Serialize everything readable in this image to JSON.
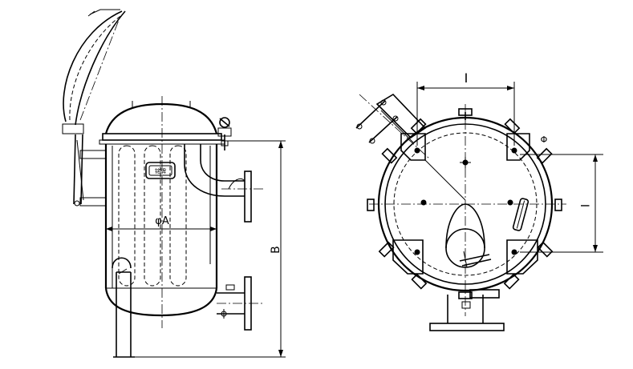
{
  "labels": {
    "diameter": "φA",
    "height": "B",
    "spacing_top": "I",
    "spacing_side": "I",
    "nameplate": "铭牌",
    "hole_symbol": "Φ"
  }
}
